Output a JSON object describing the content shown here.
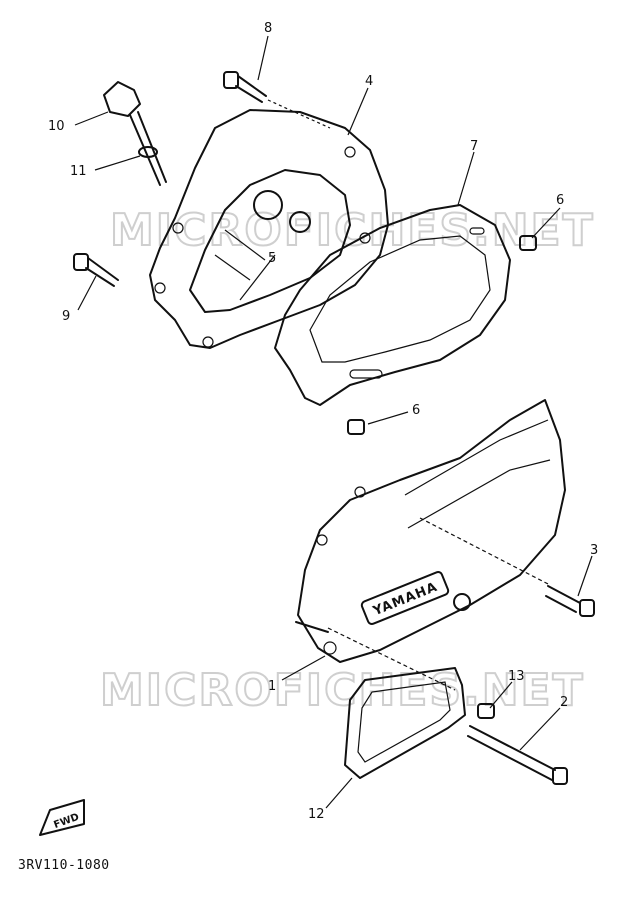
{
  "diagram": {
    "watermarks": [
      "MICROFICHES.NET",
      "MICROFICHES.NET"
    ],
    "callouts": [
      "1",
      "2",
      "3",
      "4",
      "5",
      "6",
      "6",
      "7",
      "8",
      "9",
      "10",
      "11",
      "12",
      "13"
    ],
    "logo_text": "YAMAHA",
    "fwd_text": "FWD",
    "part_code": "3RV110-1080"
  }
}
